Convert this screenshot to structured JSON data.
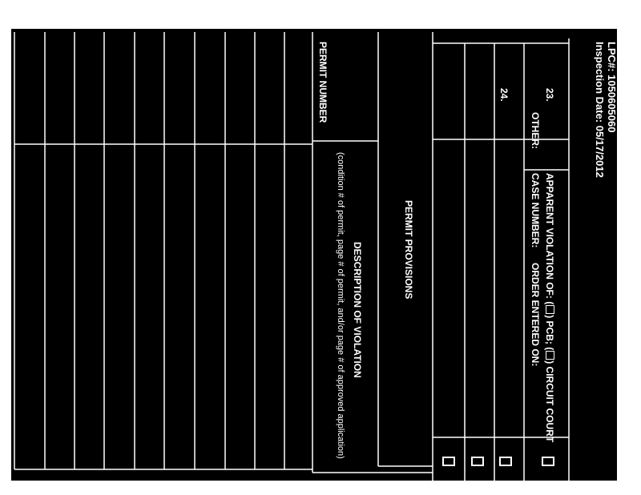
{
  "header": {
    "lpc": "LPC#: 1050605060",
    "inspection_date": "Inspection Date: 05/17/2012"
  },
  "rows": {
    "row23": {
      "number": "23.",
      "apparent_prefix": "APPARENT VIOLATION OF: (",
      "pcb_part": ") PCB; (",
      "court_part": ") CIRCUIT COURT",
      "other_label": "OTHER:",
      "case_number": "CASE NUMBER:",
      "order_entered": "ORDER ENTERED ON:"
    },
    "row24": {
      "number": "24."
    }
  },
  "permit_provisions": {
    "title": "PERMIT PROVISIONS",
    "permit_number_header": "PERMIT NUMBER",
    "description_header": "DESCRIPTION OF VIOLATION",
    "description_subheader": "(condition # of permit, page # of permit, and/or page # of approved application)"
  }
}
